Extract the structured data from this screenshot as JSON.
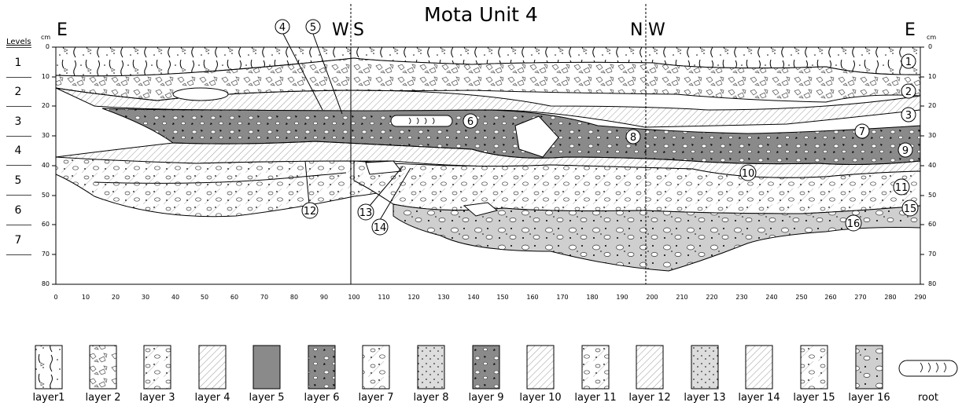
{
  "title": "Mota Unit 4",
  "directions": {
    "left_e": "E",
    "w1": "W",
    "s": "S",
    "n": "N",
    "w2": "W",
    "right_e": "E"
  },
  "levels_header": "Levels",
  "levels": [
    "1",
    "2",
    "3",
    "4",
    "5",
    "6",
    "7"
  ],
  "unit_label": "cm",
  "depth_ticks": [
    "0",
    "10",
    "20",
    "30",
    "40",
    "50",
    "60",
    "70",
    "80"
  ],
  "distance_ticks": [
    "0",
    "10",
    "20",
    "30",
    "40",
    "50",
    "60",
    "70",
    "80",
    "90",
    "100",
    "110",
    "120",
    "130",
    "140",
    "150",
    "160",
    "170",
    "180",
    "190",
    "200",
    "210",
    "220",
    "230",
    "240",
    "250",
    "260",
    "270",
    "280",
    "290"
  ],
  "callouts": [
    "1",
    "2",
    "3",
    "4",
    "5",
    "6",
    "7",
    "8",
    "9",
    "10",
    "11",
    "12",
    "13",
    "14",
    "15",
    "16"
  ],
  "legend": [
    "layer1",
    "layer 2",
    "layer 3",
    "layer 4",
    "layer 5",
    "layer 6",
    "layer 7",
    "layer 8",
    "layer 9",
    "layer 10",
    "layer 11",
    "layer 12",
    "layer 13",
    "layer 14",
    "layer 15",
    "layer 16",
    "root"
  ],
  "colors": {
    "dark_layer": "#8a8a8a",
    "gravel_layer": "#cfcfcf",
    "line": "#000000"
  }
}
